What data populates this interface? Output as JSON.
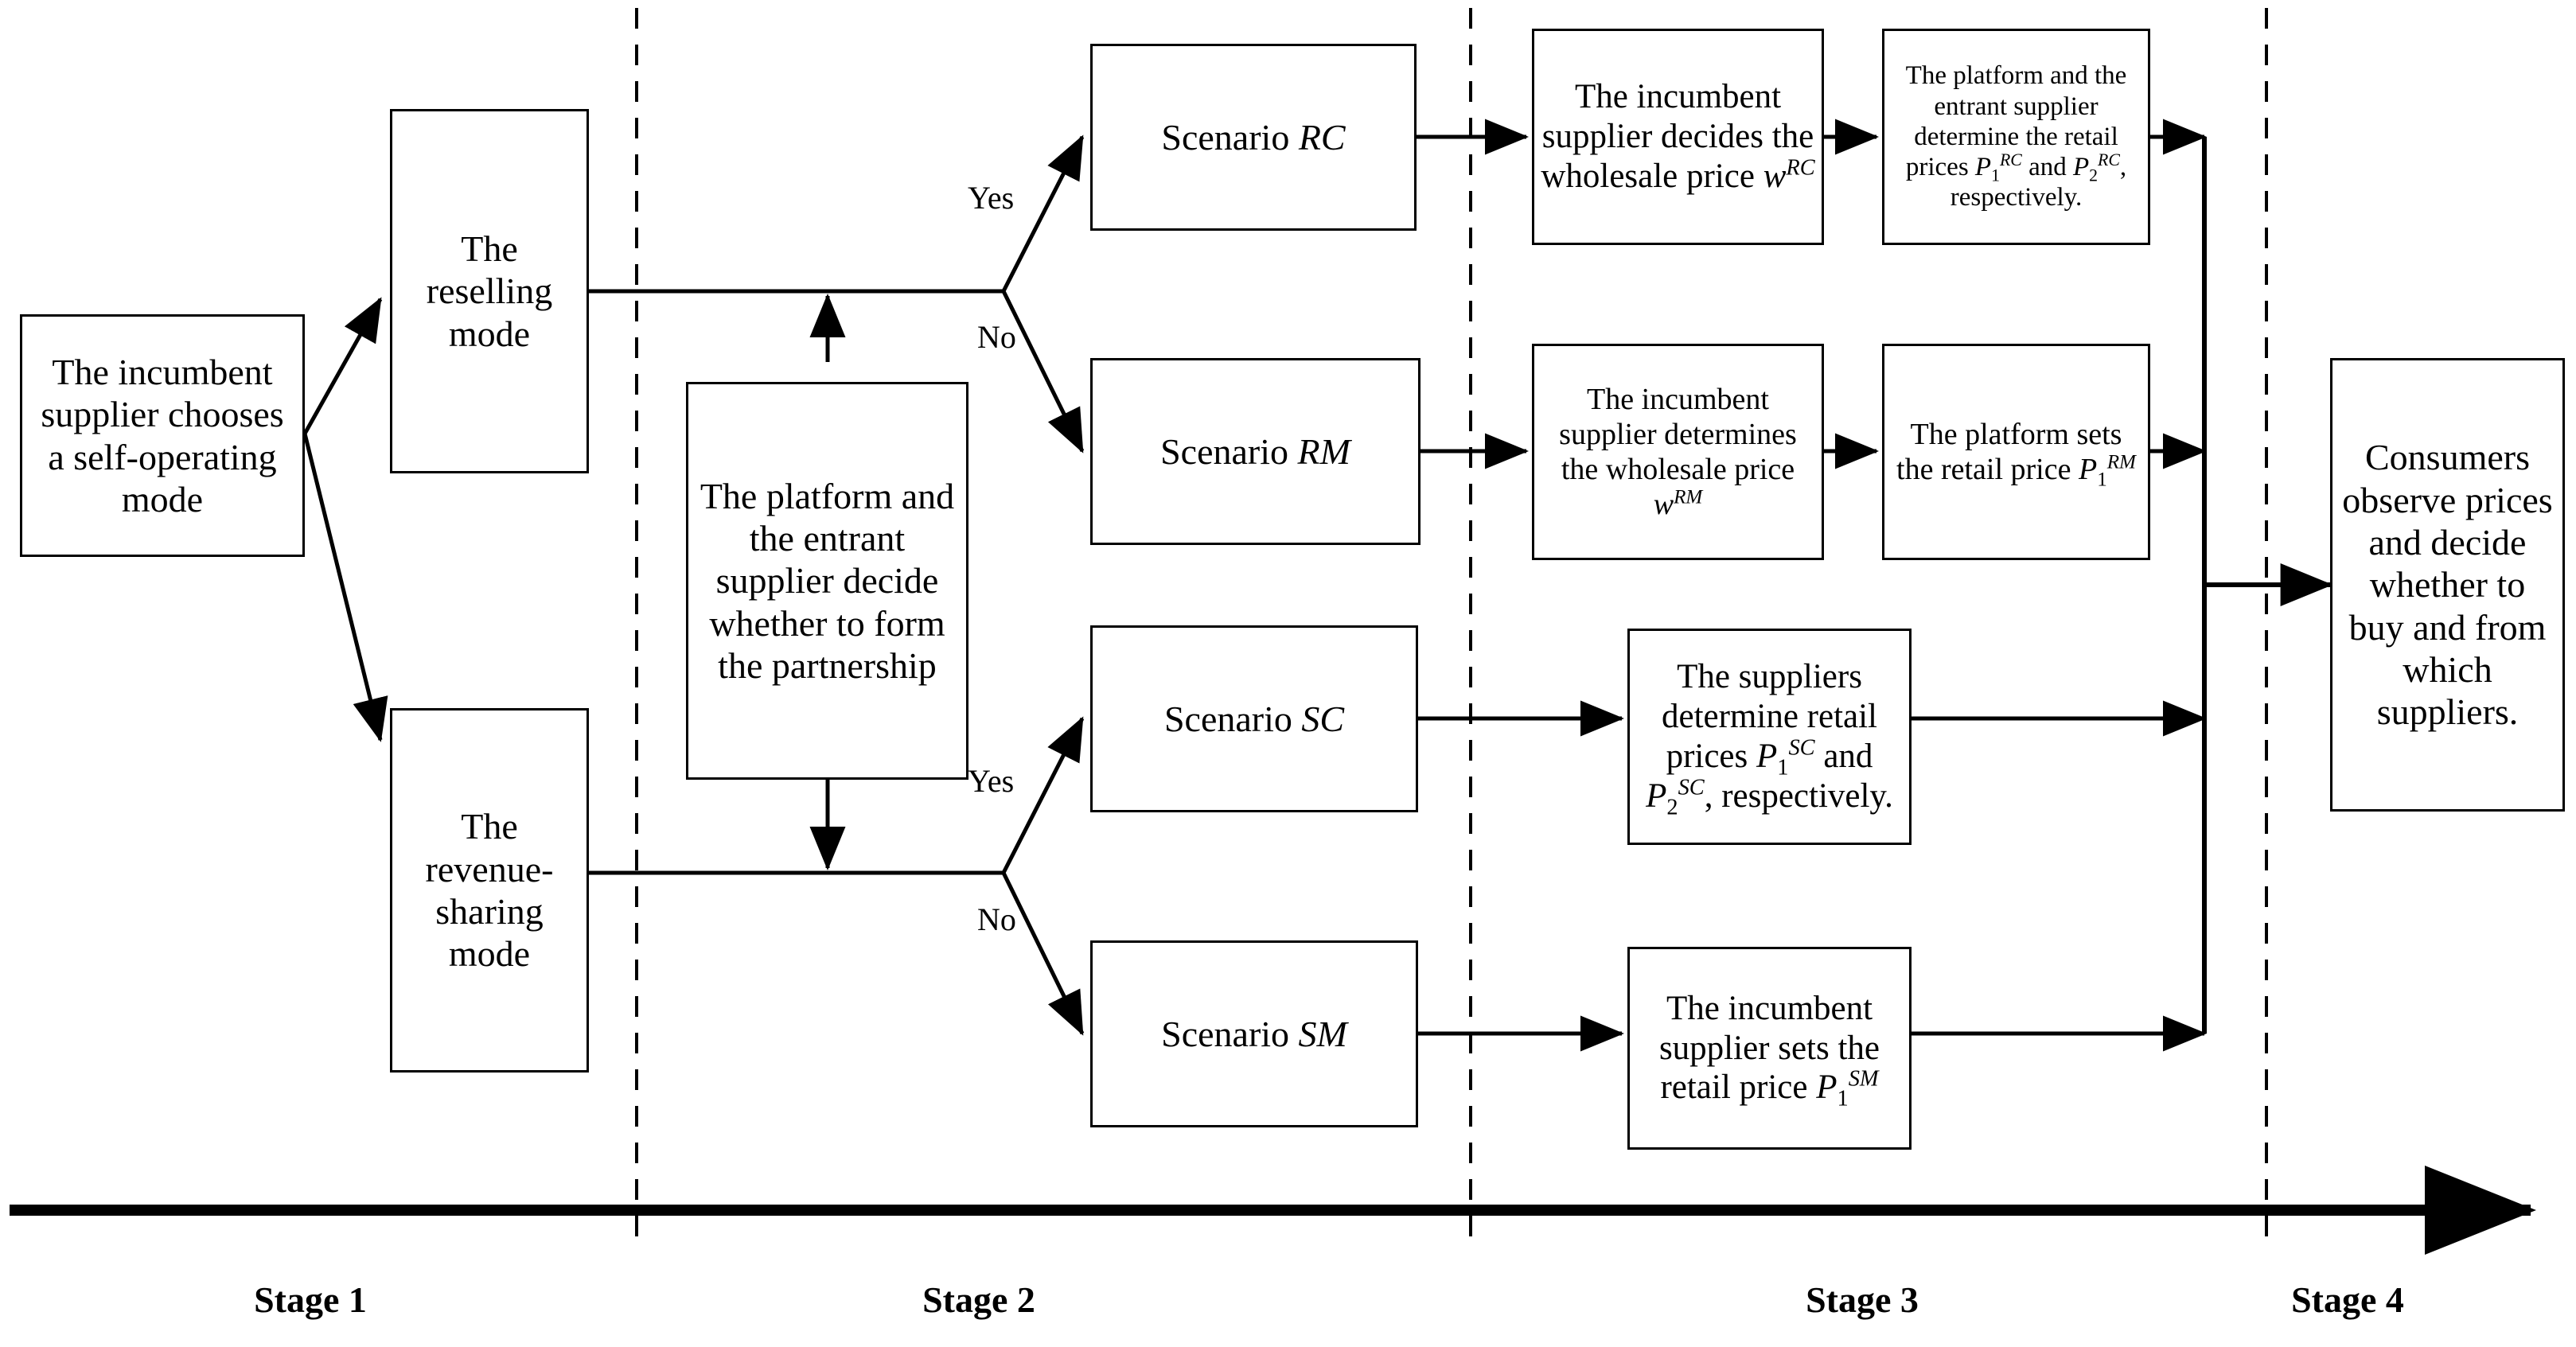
{
  "diagram": {
    "title": "Four-stage game sequence flowchart",
    "colors": {
      "stroke": "#000000",
      "background": "#ffffff",
      "text": "#000000"
    },
    "nodes": {
      "incumbent_choice": "The incumbent supplier chooses a self-operating mode",
      "reselling_mode": "The reselling mode",
      "revenue_sharing_mode": "The revenue-sharing mode",
      "partnership_decision": "The platform and the entrant supplier decide whether to form the partnership",
      "scenario_rc": "Scenario RC",
      "scenario_rm": "Scenario RM",
      "scenario_sc": "Scenario SC",
      "scenario_sm": "Scenario SM",
      "rc_step1": "The incumbent supplier decides the wholesale price wRC",
      "rc_step2": "The platform and the entrant supplier determine the retail prices P1RC and P2RC, respectively.",
      "rm_step1": "The incumbent supplier determines the wholesale price wRM",
      "rm_step2": "The platform sets the retail price P1RM",
      "sc_step1": "The suppliers determine retail prices P1SC and P2SC, respectively.",
      "sm_step1": "The incumbent supplier sets the retail price P1SM",
      "consumers": "Consumers observe prices and decide whether to buy and from which suppliers."
    },
    "edge_labels": {
      "yes_top": "Yes",
      "no_top": "No",
      "yes_bottom": "Yes",
      "no_bottom": "No"
    },
    "stages": [
      {
        "id": "stage-1",
        "label": "Stage 1"
      },
      {
        "id": "stage-2",
        "label": "Stage 2"
      },
      {
        "id": "stage-3",
        "label": "Stage 3"
      },
      {
        "id": "stage-4",
        "label": "Stage 4"
      }
    ],
    "symbols": {
      "w_rc": "w^RC",
      "w_rm": "w^RM",
      "p1_rc": "P_1^RC",
      "p2_rc": "P_2^RC",
      "p1_rm": "P_1^RM",
      "p1_sc": "P_1^SC",
      "p2_sc": "P_2^SC",
      "p1_sm": "P_1^SM"
    },
    "axis": {
      "description": "horizontal time arrow pointing right",
      "dashed_dividers": 3
    }
  }
}
